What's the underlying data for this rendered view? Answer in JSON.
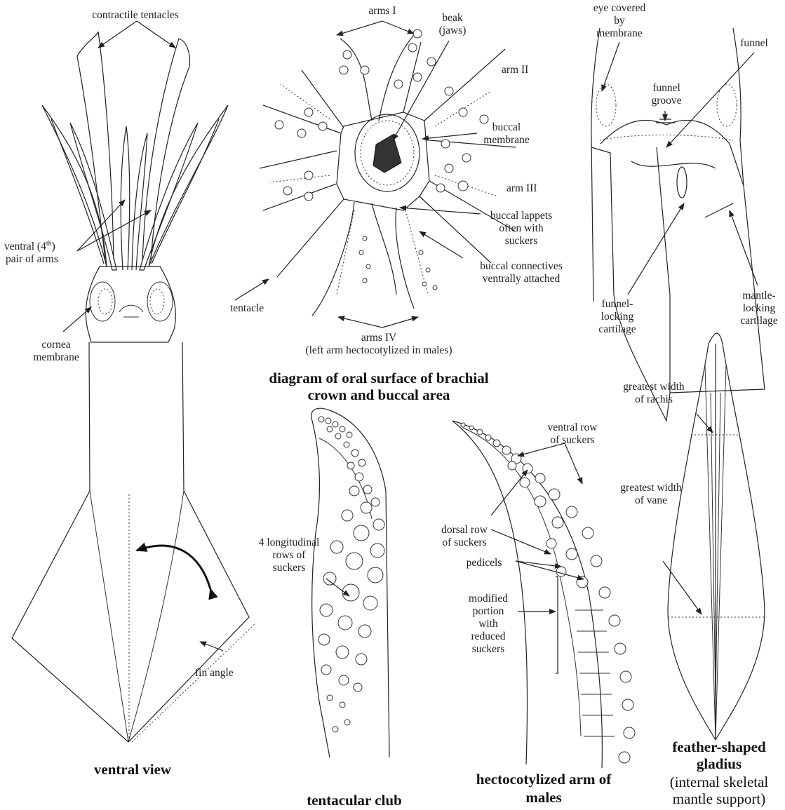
{
  "ventral_view": {
    "caption": "ventral view",
    "labels": {
      "contractile_tentacles": "contractile tentacles",
      "ventral_arms_1": "ventral (4",
      "ventral_arms_sup": "th",
      "ventral_arms_2": ")",
      "ventral_arms_3": "pair of arms",
      "cornea_1": "cornea",
      "cornea_2": "membrane",
      "fin_angle": "fin angle"
    }
  },
  "oral_surface": {
    "caption_1": "diagram of oral surface of brachial",
    "caption_2": "crown and buccal area",
    "labels": {
      "arms_I": "arms I",
      "beak_1": "beak",
      "beak_2": "(jaws)",
      "arm_II": "arm II",
      "buccal_membrane_1": "buccal",
      "buccal_membrane_2": "membrane",
      "arm_III": "arm III",
      "lappets_1": "buccal lappets",
      "lappets_2": "often with",
      "lappets_3": "suckers",
      "connectives_1": "buccal connectives",
      "connectives_2": "ventrally attached",
      "tentacle": "tentacle",
      "arms_IV": "arms IV",
      "arms_IV_note": "(left arm hectocotylized in males)"
    }
  },
  "head_funnel": {
    "labels": {
      "eye_1": "eye covered",
      "eye_2": "by",
      "eye_3": "membrane",
      "funnel": "funnel",
      "funnel_groove_1": "funnel",
      "funnel_groove_2": "groove",
      "funnel_locking_1": "funnel-",
      "funnel_locking_2": "locking",
      "funnel_locking_3": "cartilage",
      "mantle_locking_1": "mantle-",
      "mantle_locking_2": "locking",
      "mantle_locking_3": "cartilage"
    }
  },
  "tentacular_club": {
    "caption": "tentacular club",
    "labels": {
      "rows_1": "4 longitudinal",
      "rows_2": "rows of",
      "rows_3": "suckers"
    }
  },
  "hectocotylized_arm": {
    "caption_1": "hectocotylized arm of",
    "caption_2": "males",
    "labels": {
      "ventral_row_1": "ventral row",
      "ventral_row_2": "of suckers",
      "dorsal_row_1": "dorsal row",
      "dorsal_row_2": "of suckers",
      "pedicels": "pedicels",
      "modified_1": "modified",
      "modified_2": "portion",
      "modified_3": "with",
      "modified_4": "reduced",
      "modified_5": "suckers"
    }
  },
  "gladius": {
    "caption_1": "feather-shaped",
    "caption_2": "gladius",
    "caption_3": "(internal skeletal",
    "caption_4": "mantle support)",
    "labels": {
      "rachis_1": "greatest width",
      "rachis_2": "of rachis",
      "vane_1": "greatest width",
      "vane_2": "of vane"
    }
  }
}
